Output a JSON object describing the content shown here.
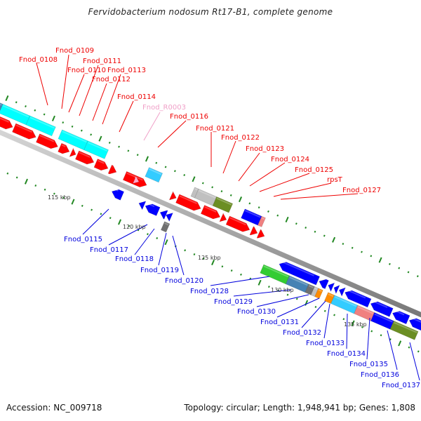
{
  "title": "Fervidobacterium nodosum Rt17-B1, complete genome",
  "accession": "Accession: NC_009718",
  "topology": "Topology: circular; Length: 1,948,941 bp; Genes: 1,808",
  "colors": {
    "forward_label": "#ee0000",
    "reverse_label": "#0000dd",
    "rna_label": "#f0a0c8",
    "backbone": "#a0a0a0",
    "tick": "#228822",
    "cds_forward": "#ff0000",
    "cds_reverse": "#0000ff",
    "cog_cyan": "#00ffff",
    "cog_skyblue": "#33ccff",
    "cog_grey": "#c0c0c0",
    "cog_darkgrey": "#707070",
    "cog_olive": "#6b8e23",
    "cog_green": "#33cc33",
    "cog_steelblue": "#4682b4",
    "cog_orange": "#ff8c00",
    "cog_pink": "#f08080",
    "rna": "#ffaacc"
  },
  "scale": {
    "tick_labels": [
      "115 kbp",
      "120 kbp",
      "125 kbp",
      "130 kbp",
      "135 kbp"
    ]
  },
  "forward_labels": [
    {
      "text": "Fnod_0108"
    },
    {
      "text": "Fnod_0109"
    },
    {
      "text": "Fnod_0110"
    },
    {
      "text": "Fnod_0111"
    },
    {
      "text": "Fnod_0112"
    },
    {
      "text": "Fnod_0113"
    },
    {
      "text": "Fnod_0114"
    },
    {
      "text": "Fnod_R0003"
    },
    {
      "text": "Fnod_0116"
    },
    {
      "text": "Fnod_0121"
    },
    {
      "text": "Fnod_0122"
    },
    {
      "text": "Fnod_0123"
    },
    {
      "text": "Fnod_0124"
    },
    {
      "text": "Fnod_0125"
    },
    {
      "text": "rpsT"
    },
    {
      "text": "Fnod_0127"
    }
  ],
  "reverse_labels": [
    {
      "text": "Fnod_0115"
    },
    {
      "text": "Fnod_0117"
    },
    {
      "text": "Fnod_0118"
    },
    {
      "text": "Fnod_0119"
    },
    {
      "text": "Fnod_0120"
    },
    {
      "text": "Fnod_0128"
    },
    {
      "text": "Fnod_0129"
    },
    {
      "text": "Fnod_0130"
    },
    {
      "text": "Fnod_0131"
    },
    {
      "text": "Fnod_0132"
    },
    {
      "text": "Fnod_0133"
    },
    {
      "text": "Fnod_0134"
    },
    {
      "text": "Fnod_0135"
    },
    {
      "text": "Fnod_0136"
    },
    {
      "text": "Fnod_0137"
    }
  ]
}
